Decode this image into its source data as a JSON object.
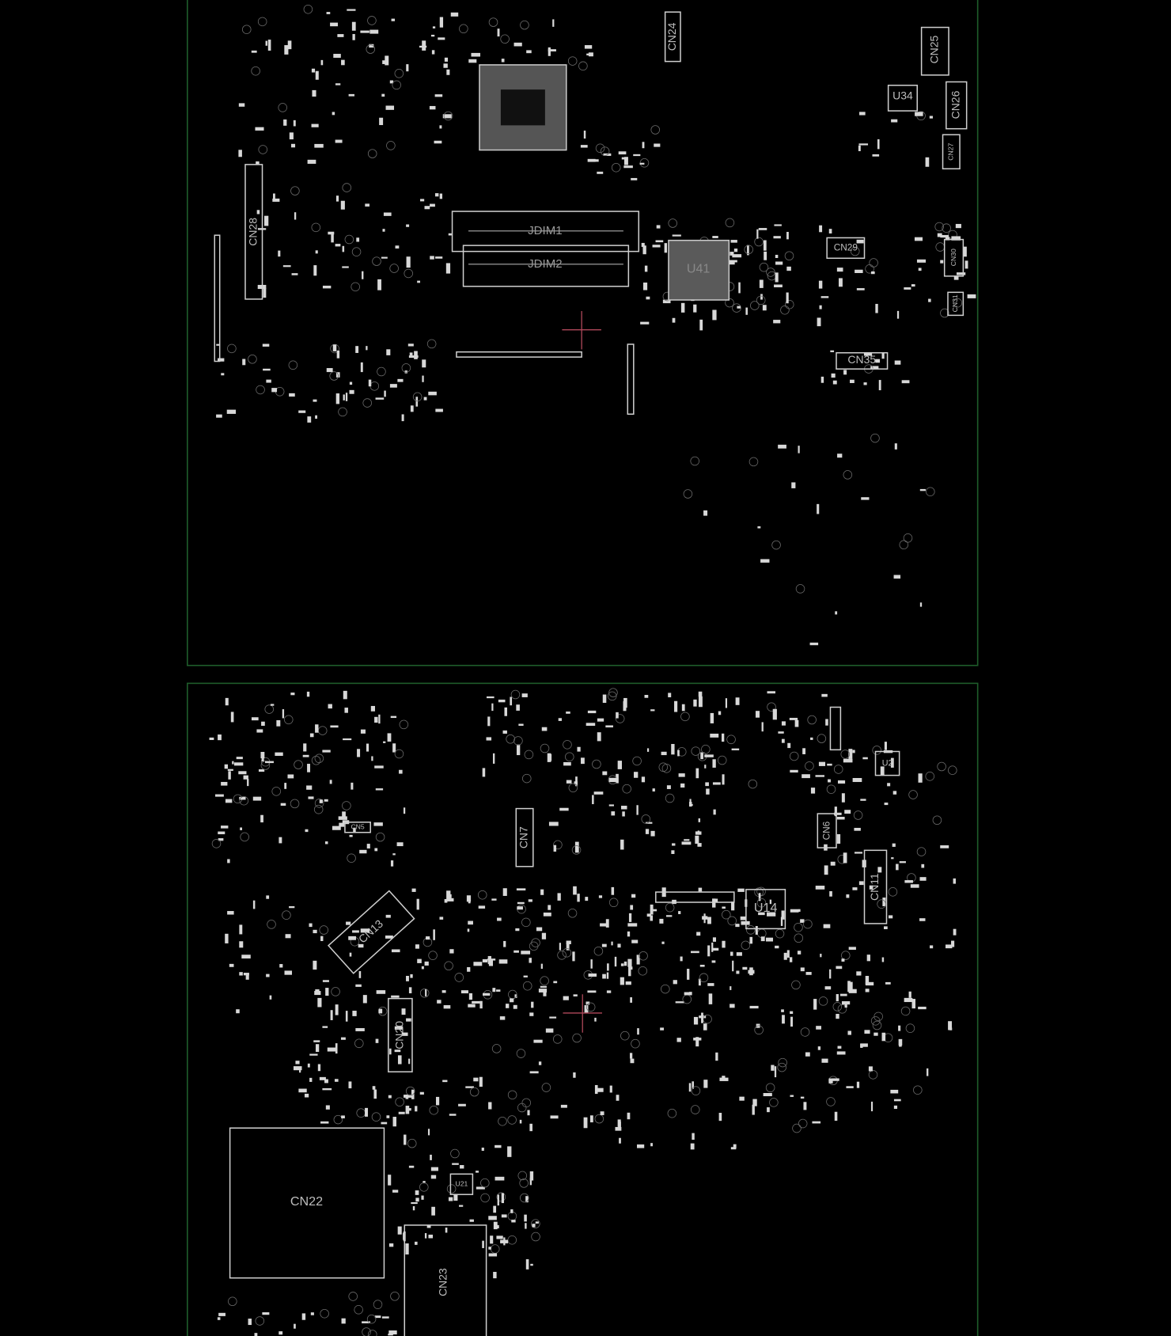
{
  "boardview": {
    "top_side": {
      "components": {
        "cn24": "CN24",
        "cn25": "CN25",
        "u34": "U34",
        "cn26": "CN26",
        "cn27": "CN27",
        "cn28": "CN28",
        "jdim1": "JDIM1",
        "jdim2": "JDIM2",
        "u41": "U41",
        "cn29": "CN29",
        "cn30": "CN30",
        "cn31": "CN31",
        "cn35": "CN35"
      }
    },
    "bottom_side": {
      "components": {
        "cn5": "CN5",
        "cn7": "CN7",
        "u2": "U2",
        "cn6": "CN6",
        "cn11": "CN11",
        "cn13": "CN13",
        "u14": "U14",
        "cn20": "CN20",
        "cn22": "CN22",
        "cn23": "CN23",
        "u21": "U21"
      }
    },
    "colors": {
      "board_outline": "#1e5c2a",
      "silkscreen": "#cfcfcf",
      "cursor": "#b0485a",
      "background": "#000000"
    }
  }
}
